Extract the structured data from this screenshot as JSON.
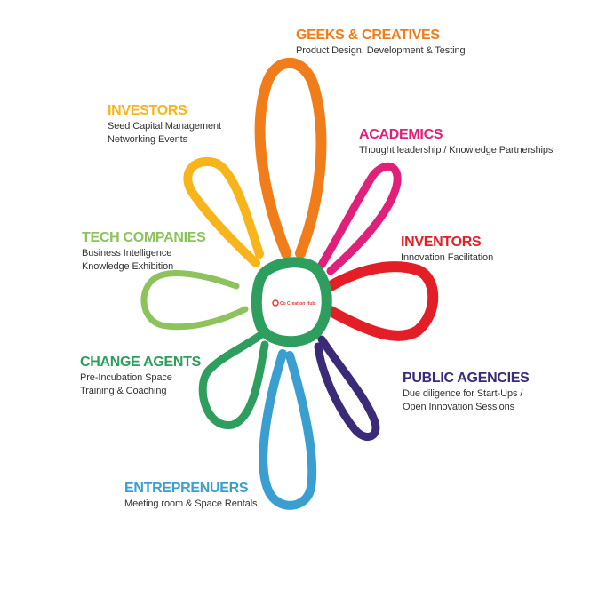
{
  "center": {
    "label": "Co Creation Hub",
    "ring_color": "#2e9e5e",
    "logo_color": "#e53935"
  },
  "groups": [
    {
      "key": "geeks",
      "title": "GEEKS & CREATIVES",
      "color": "#f07d1a",
      "lines": [
        "Product Design, Development & Testing"
      ]
    },
    {
      "key": "academics",
      "title": "ACADEMICS",
      "color": "#e0207a",
      "lines": [
        "Thought leadership / Knowledge Partnerships"
      ]
    },
    {
      "key": "inventors",
      "title": "INVENTORS",
      "color": "#e41e26",
      "lines": [
        "Innovation Facilitation"
      ]
    },
    {
      "key": "public",
      "title": "PUBLIC AGENCIES",
      "color": "#3a2a78",
      "lines": [
        "Due diligence for Start-Ups /",
        "Open Innovation Sessions"
      ]
    },
    {
      "key": "entrepreneurs",
      "title": "ENTREPRENUERS",
      "color": "#3a9fd0",
      "lines": [
        "Meeting room & Space Rentals"
      ]
    },
    {
      "key": "change",
      "title": "CHANGE AGENTS",
      "color": "#2e9e5e",
      "lines": [
        "Pre-Incubation Space",
        "Training & Coaching"
      ]
    },
    {
      "key": "tech",
      "title": "TECH COMPANIES",
      "color": "#8ec25c",
      "lines": [
        "Business  Intelligence",
        "Knowledge Exhibition"
      ]
    },
    {
      "key": "investors",
      "title": "INVESTORS",
      "color": "#f7b51b",
      "lines": [
        "Seed Capital Management",
        "Networking Events"
      ]
    }
  ]
}
